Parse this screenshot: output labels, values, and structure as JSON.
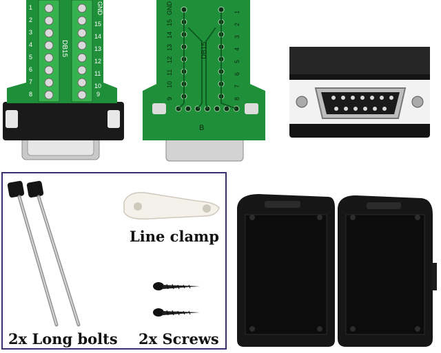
{
  "board_front": {
    "model": "DB15",
    "pins_left": [
      "1",
      "2",
      "3",
      "4",
      "5",
      "6",
      "7",
      "8"
    ],
    "pins_right": [
      "GND",
      "15",
      "14",
      "13",
      "12",
      "11",
      "10",
      "9"
    ]
  },
  "board_back": {
    "model": "DB15",
    "side_mark": "B",
    "pins_left": [
      "GND",
      "15",
      "14",
      "13",
      "12",
      "11",
      "10",
      "9"
    ],
    "pins_right": [
      "1",
      "2",
      "3",
      "4",
      "5",
      "6",
      "7",
      "8"
    ]
  },
  "labels": {
    "line_clamp": "Line clamp",
    "long_bolts": "2x Long bolts",
    "screws": "2x Screws"
  },
  "colors": {
    "pcb": "#1f8f3a",
    "terminal": "#36b24f",
    "housing": "#141414",
    "frame": "#3a2d6e"
  }
}
